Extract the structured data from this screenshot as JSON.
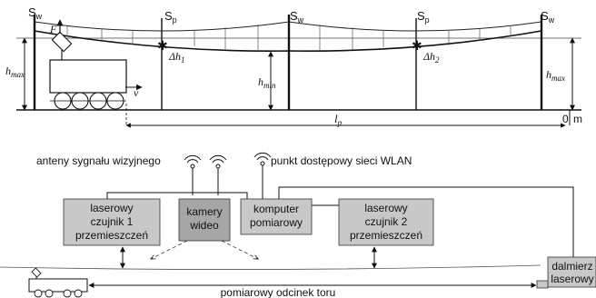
{
  "top": {
    "pole_labels": [
      {
        "main": "S",
        "sub": "w"
      },
      {
        "main": "S",
        "sub": "p"
      },
      {
        "main": "S",
        "sub": "w"
      },
      {
        "main": "S",
        "sub": "p"
      },
      {
        "main": "S",
        "sub": "w"
      }
    ],
    "force": "F",
    "h_max_left": {
      "main": "h",
      "sub": "max"
    },
    "h_max_right": {
      "main": "h",
      "sub": "max"
    },
    "h_min": {
      "main": "h",
      "sub": "min"
    },
    "delta_h1": {
      "main": "Δh",
      "sub": "1"
    },
    "delta_h2": {
      "main": "Δh",
      "sub": "2"
    },
    "velocity": "v",
    "span": {
      "main": "l",
      "sub": "p"
    },
    "zero_mark": "0",
    "unit": "m"
  },
  "bottom": {
    "antenna_label": "anteny sygnału wizyjnego",
    "wlan_label": "punkt dostępowy sieci WLAN",
    "sensor1": [
      "laserowy",
      "czujnik 1",
      "przemieszczeń"
    ],
    "camera": [
      "kamery",
      "wideo"
    ],
    "computer": [
      "komputer",
      "pomiarowy"
    ],
    "sensor2": [
      "laserowy",
      "czujnik 2",
      "przemieszczeń"
    ],
    "rangefinder": [
      "dalmierz",
      "laserowy"
    ],
    "track_label": "pomiarowy odcinek toru"
  },
  "colors": {
    "box_light": "#c8c8c8",
    "box_dark": "#a6a6a6",
    "line": "#111111"
  }
}
